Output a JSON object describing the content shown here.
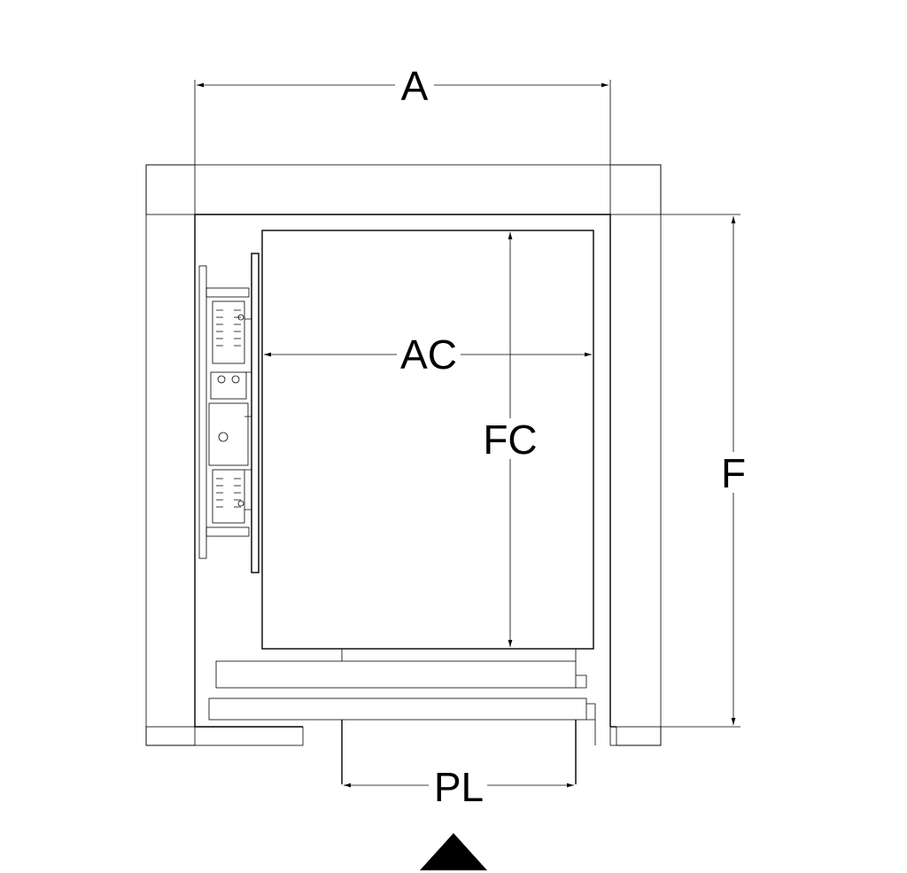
{
  "labels": {
    "width_shaft": "A",
    "car_width": "AC",
    "car_depth": "FC",
    "shaft_depth": "F",
    "door_opening": "PL"
  },
  "entrance_marker": "triangle-up"
}
